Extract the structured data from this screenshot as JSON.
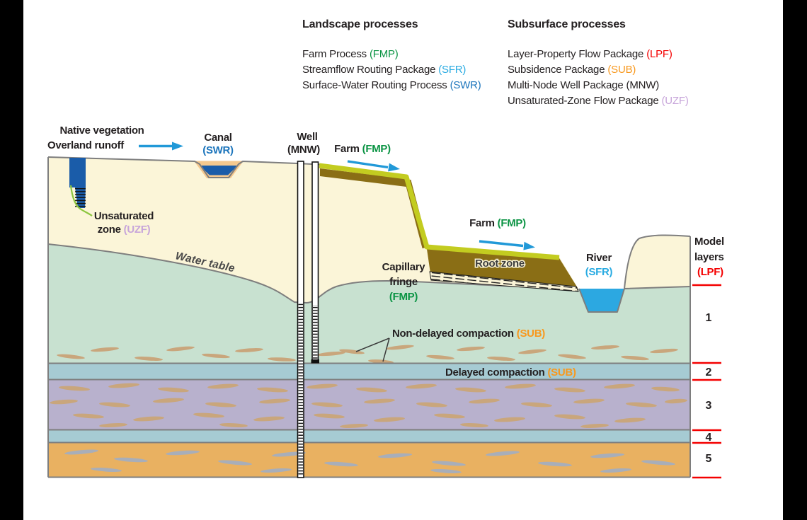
{
  "colors": {
    "ink": "#231F20",
    "fmp_green": "#0B9444",
    "sfr_blue": "#29ABE2",
    "swr_blue": "#1C75BC",
    "lpf_red": "#F40000",
    "sub_orange": "#F8981D",
    "uzf_lavender": "#C7A5DA",
    "land_cream": "#FBF5D8",
    "aquifer_teal": "#C8E1D0",
    "band_blue": "#A6CBD3",
    "clay_purple": "#B8B1CD",
    "deep_orange": "#E9B161",
    "lens_tan": "#C9A67C",
    "lens_gray": "#A8AEB9",
    "canal_peach": "#F5C88E",
    "canal_water": "#1A5CA9",
    "river_water": "#2CA8E1",
    "arrow_blue": "#2199D8",
    "farm_olive": "#C3CC20",
    "farm_brown": "#8A6E15",
    "outline_gray": "#7E7E7E",
    "uzf_green": "#8CC63F"
  },
  "legend": {
    "landscape": {
      "title": "Landscape processes",
      "items": [
        {
          "label": "Farm Process",
          "tag": "(FMP)"
        },
        {
          "label": "Streamflow Routing Package",
          "tag": "(SFR)"
        },
        {
          "label": "Surface-Water Routing Process",
          "tag": "(SWR)"
        }
      ]
    },
    "subsurface": {
      "title": "Subsurface processes",
      "items": [
        {
          "label": "Layer-Property Flow Package",
          "tag": "(LPF)"
        },
        {
          "label": "Subsidence Package",
          "tag": "(SUB)"
        },
        {
          "label": "Multi-Node Well Package",
          "tag": "(MNW)"
        },
        {
          "label": "Unsaturated-Zone Flow Package",
          "tag": "(UZF)"
        }
      ]
    }
  },
  "diagram": {
    "native_vegetation": "Native vegetation",
    "overland_runoff": "Overland runoff",
    "canal": "Canal",
    "canal_tag": "(SWR)",
    "well": "Well",
    "well_tag": "(MNW)",
    "farm": "Farm",
    "farm_tag": "(FMP)",
    "unsaturated_line1": "Unsaturated",
    "unsaturated_line2": "zone",
    "unsaturated_tag": "(UZF)",
    "water_table": "Water table",
    "capillary_line1": "Capillary",
    "capillary_line2": "fringe",
    "capillary_tag": "(FMP)",
    "root_zone": "Root zone",
    "river": "River",
    "river_tag": "(SFR)",
    "non_delayed": "Non-delayed compaction",
    "non_delayed_tag": "(SUB)",
    "delayed": "Delayed compaction",
    "delayed_tag": "(SUB)",
    "model_layers_line1": "Model",
    "model_layers_line2": "layers",
    "model_layers_tag": "(LPF)",
    "layer_numbers": [
      "1",
      "2",
      "3",
      "4",
      "5"
    ]
  }
}
